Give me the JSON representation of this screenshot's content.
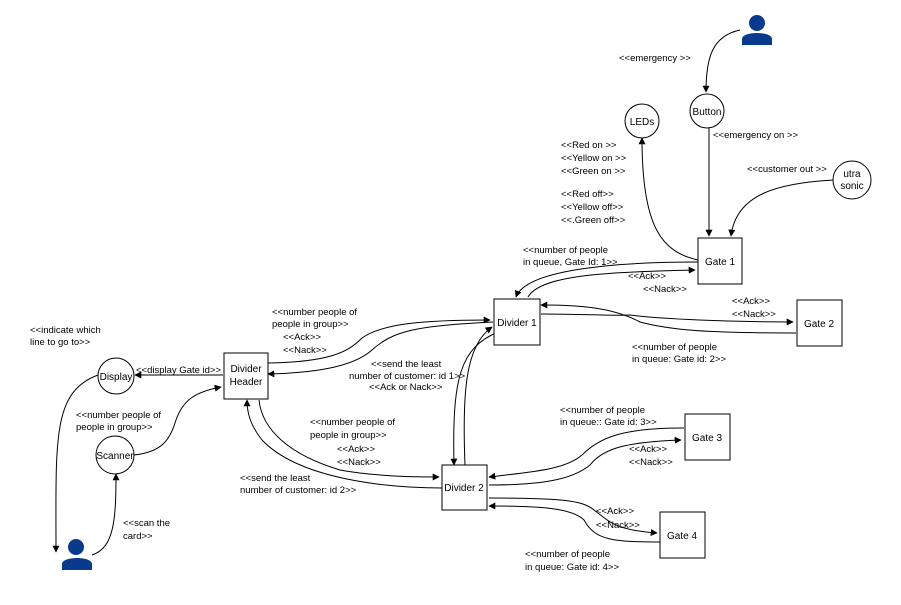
{
  "diagram": {
    "nodes": {
      "leds": "LEDs",
      "button": "Button",
      "ultrasonic": [
        "utra",
        "sonic"
      ],
      "gate1": "Gate 1",
      "gate2": "Gate 2",
      "gate3": "Gate 3",
      "gate4": "Gate 4",
      "divider1": "Divider 1",
      "divider2": "Divider 2",
      "divider_header": [
        "Divider",
        "Header"
      ],
      "display": "Display",
      "scanner": "Scanner"
    },
    "labels": {
      "emergency": "<<emergency >>",
      "emergency_on": "<<emergency on >>",
      "customer_out": "<<customer out >>",
      "led_on": [
        "<<Red on >>",
        "<<Yellow on >>",
        "<<Green on >>"
      ],
      "led_off": [
        "<<Red off>>",
        "<<Yellow off>>",
        "<<.Green off>>"
      ],
      "gate1_queue": [
        "<<number of people",
        "in queue, Gate Id: 1>>"
      ],
      "gate1_ack": [
        "<<Ack>>",
        "<<Nack>>"
      ],
      "gate2_ack": [
        "<<Ack>>",
        "<<Nack>>"
      ],
      "gate2_queue": [
        "<<number of people",
        "in queue: Gate id: 2>>"
      ],
      "header_group_top": [
        "<<number people of",
        "people in group>>"
      ],
      "header_ack_top": [
        "<<Ack>>",
        "<<Nack>>"
      ],
      "send_least_1": [
        "<<send the least",
        "number of customer: id 1>>",
        "<<Ack or Nack>>"
      ],
      "indicate": [
        "<<indicate which",
        "line to go to>>"
      ],
      "display_gate": "<<display Gate id>>",
      "scanner_group": [
        "<<number people of",
        "people in group>>"
      ],
      "scan_card": [
        "<<scan the",
        "card>>"
      ],
      "header_group_bottom": [
        "<<number people of",
        "people in group>>"
      ],
      "header_ack_bottom": [
        "<<Ack>>",
        "<<Nack>>"
      ],
      "send_least_2": [
        "<<send the least",
        "number of customer: id 2>>"
      ],
      "gate3_queue": [
        "<<number of people",
        "in queue:: Gate id: 3>>"
      ],
      "gate3_ack": [
        "<<Ack>>",
        "<<Nack>>"
      ],
      "gate4_ack": [
        "<<Ack>>",
        "<<Nack>>"
      ],
      "gate4_queue": [
        "<<number of people",
        "in queue: Gate id: 4>>"
      ]
    },
    "colors": {
      "actor": "#0a3a8c",
      "line": "#000000",
      "fill": "#ffffff"
    },
    "icons": {
      "actor": "person-icon"
    }
  }
}
